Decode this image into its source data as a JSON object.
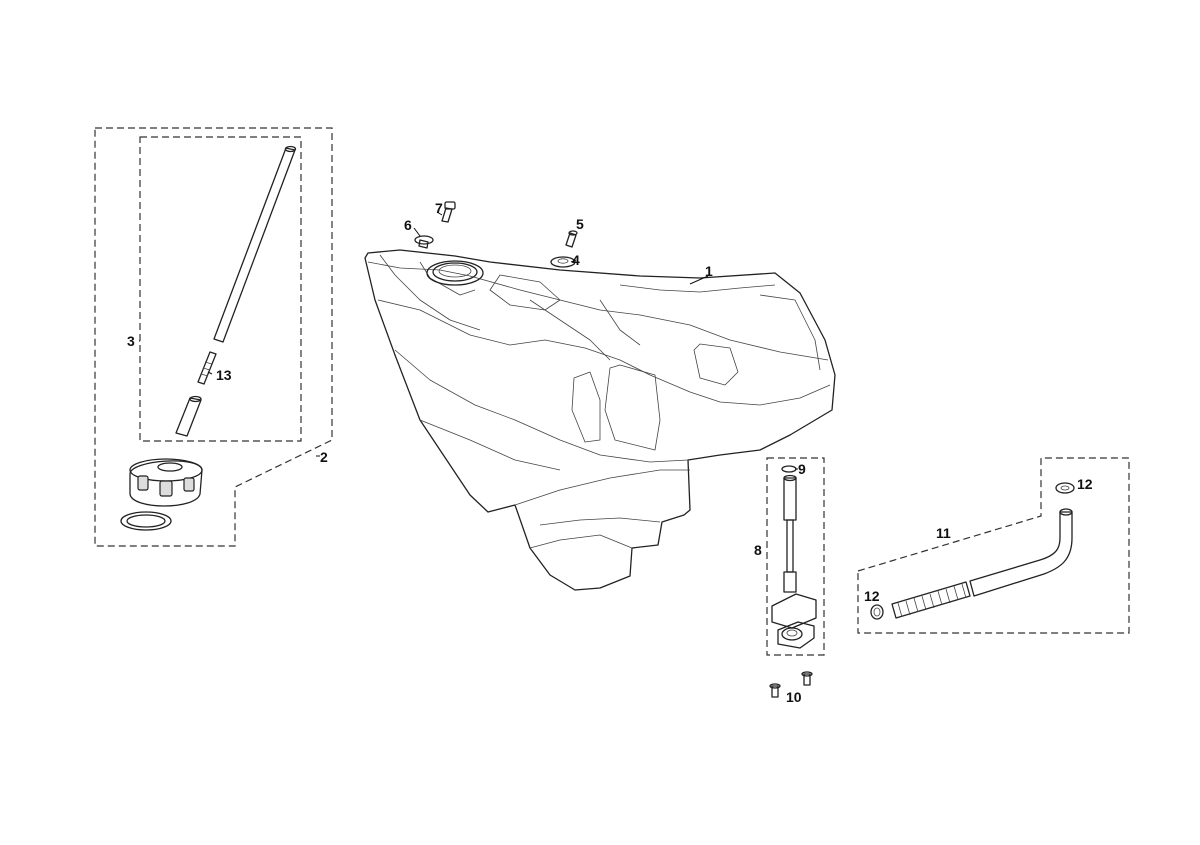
{
  "callouts": {
    "c1": "1",
    "c2": "2",
    "c3": "3",
    "c4": "4",
    "c5": "5",
    "c6": "6",
    "c7": "7",
    "c8": "8",
    "c9": "9",
    "c10": "10",
    "c11": "11",
    "c12a": "12",
    "c12b": "12",
    "c13": "13"
  }
}
